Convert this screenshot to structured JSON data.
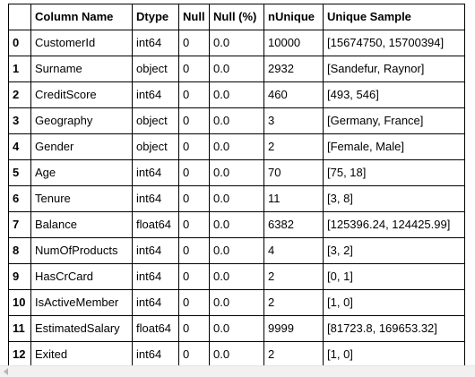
{
  "table": {
    "columns": [
      "Column Name",
      "Dtype",
      "Null",
      "Null (%)",
      "nUnique",
      "Unique Sample"
    ],
    "rows": [
      {
        "index": "0",
        "cells": [
          "CustomerId",
          "int64",
          "0",
          "0.0",
          "10000",
          "[15674750, 15700394]"
        ]
      },
      {
        "index": "1",
        "cells": [
          "Surname",
          "object",
          "0",
          "0.0",
          "2932",
          "[Sandefur, Raynor]"
        ]
      },
      {
        "index": "2",
        "cells": [
          "CreditScore",
          "int64",
          "0",
          "0.0",
          "460",
          "[493, 546]"
        ]
      },
      {
        "index": "3",
        "cells": [
          "Geography",
          "object",
          "0",
          "0.0",
          "3",
          "[Germany, France]"
        ]
      },
      {
        "index": "4",
        "cells": [
          "Gender",
          "object",
          "0",
          "0.0",
          "2",
          "[Female, Male]"
        ]
      },
      {
        "index": "5",
        "cells": [
          "Age",
          "int64",
          "0",
          "0.0",
          "70",
          "[75, 18]"
        ]
      },
      {
        "index": "6",
        "cells": [
          "Tenure",
          "int64",
          "0",
          "0.0",
          "11",
          "[3, 8]"
        ]
      },
      {
        "index": "7",
        "cells": [
          "Balance",
          "float64",
          "0",
          "0.0",
          "6382",
          "[125396.24, 124425.99]"
        ]
      },
      {
        "index": "8",
        "cells": [
          "NumOfProducts",
          "int64",
          "0",
          "0.0",
          "4",
          "[3, 2]"
        ]
      },
      {
        "index": "9",
        "cells": [
          "HasCrCard",
          "int64",
          "0",
          "0.0",
          "2",
          "[0, 1]"
        ]
      },
      {
        "index": "10",
        "cells": [
          "IsActiveMember",
          "int64",
          "0",
          "0.0",
          "2",
          "[1, 0]"
        ]
      },
      {
        "index": "11",
        "cells": [
          "EstimatedSalary",
          "float64",
          "0",
          "0.0",
          "9999",
          "[81723.8, 169653.32]"
        ]
      },
      {
        "index": "12",
        "cells": [
          "Exited",
          "int64",
          "0",
          "0.0",
          "2",
          "[1, 0]"
        ]
      }
    ]
  },
  "scrollbar": {
    "left_arrow_icon": "triangle-left-icon"
  }
}
